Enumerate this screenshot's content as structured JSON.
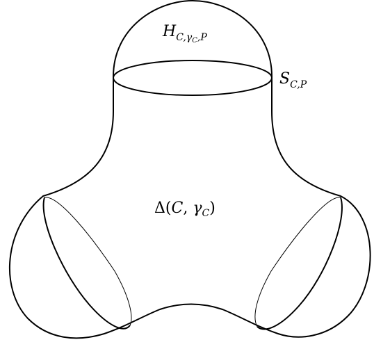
{
  "labels": {
    "cap": {
      "main": "H",
      "sub_pre": "C,",
      "sub_gamma": "γ",
      "sub_gamma_sub": "C",
      "sub_post": ",P"
    },
    "sphere": {
      "main": "S",
      "sub": "C,P"
    },
    "region": {
      "pre": "Δ(",
      "c": "C",
      "comma": ", ",
      "gamma": "γ",
      "gamma_sub": "C",
      "post": ")"
    }
  },
  "colors": {
    "stroke": "#000000",
    "background": "#ffffff"
  }
}
